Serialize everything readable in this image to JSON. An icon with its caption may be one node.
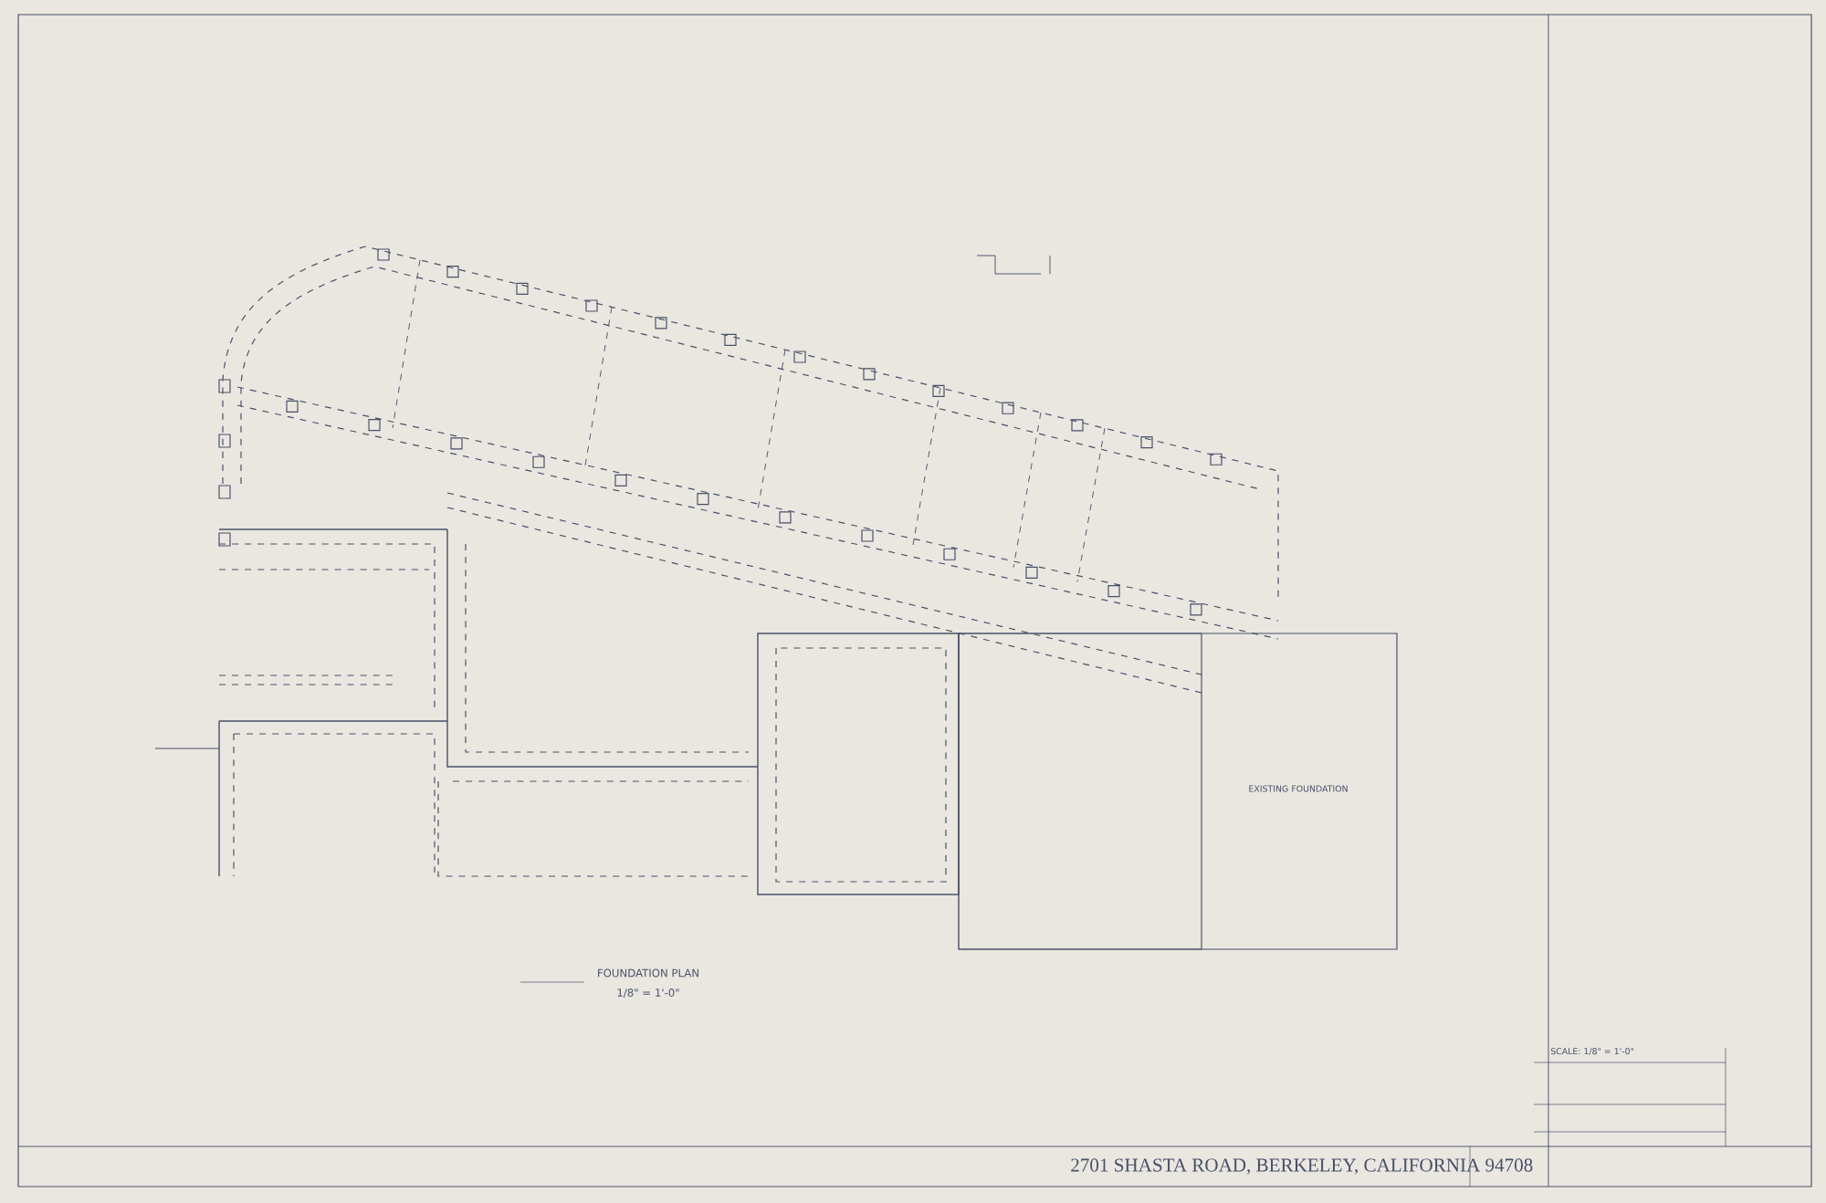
{
  "diagram": {
    "title": "FOUNDATION PLAN",
    "nodes": [
      {
        "text": [
          "EXISTING FOUNDATION"
        ]
      }
    ],
    "labels": [
      "1/8\" = 1'-0\"",
      "SCALE: 1/8\" = 1'-0\"",
      "2701 SHASTA ROAD, BERKELEY, CALIFORNIA 94708"
    ]
  }
}
